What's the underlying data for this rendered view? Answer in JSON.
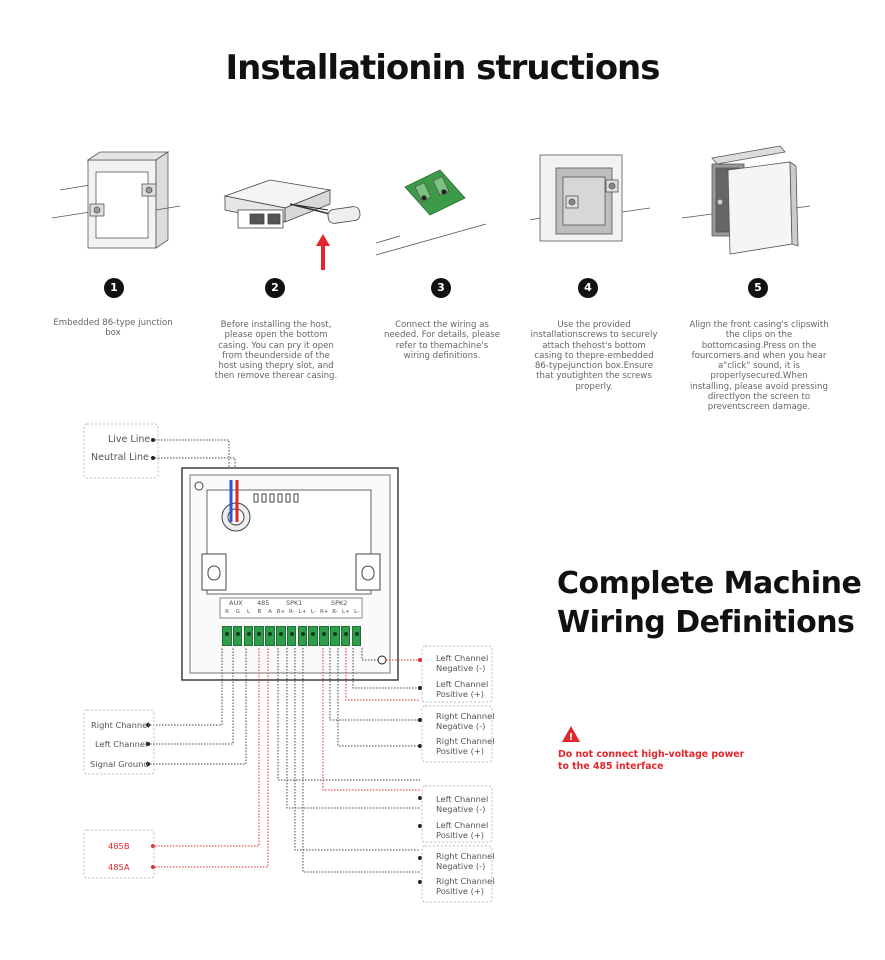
{
  "title": "Installationin structions",
  "steps": [
    {
      "num": "1",
      "text": "Embedded 86-type junction box"
    },
    {
      "num": "2",
      "text": "Before installing the host, please open the bottom casing. You can pry it open from theunderside of the host using thepry slot, and then remove therear casing."
    },
    {
      "num": "3",
      "text": "Connect the wiring as needed. For details, please refer to themachine's wiring definitions."
    },
    {
      "num": "4",
      "text": "Use the provided installationscrews to securely attach thehost's bottom casing to thepre-embedded 86-typejunction box.Ensure that youtighten the screws properly."
    },
    {
      "num": "5",
      "text": "Align the front casing's clipswith the clips on the bottomcasing.Press on the fourcorners.and when you hear a\"click\" sound, it is properlysecured.When installing, please avoid pressing directlyon the screen to preventscreen damage."
    }
  ],
  "wiring": {
    "title": "Complete Machine Wiring Definitions",
    "warning": "Do not connect high-voltage power to the 485 interface",
    "power_labels": {
      "live": "Live Line",
      "neutral": "Neutral Line"
    },
    "left_labels": {
      "right_channel": "Right Channel",
      "left_channel": "Left Channel",
      "signal_ground": "Signal Ground"
    },
    "rs485_labels": {
      "b": "485B",
      "a": "485A"
    },
    "terminal_groups": {
      "aux": "AUX",
      "rs485": "485",
      "spk1": "SPK1",
      "spk2": "SPK2"
    },
    "terminal_pins": [
      "R",
      "G",
      "L",
      "B",
      "A",
      "R+",
      "R-",
      "L+",
      "L-",
      "R+",
      "R-",
      "L+",
      "L-"
    ],
    "right_labels": [
      [
        "Left Channel",
        "Negative (-)"
      ],
      [
        "Left Channel",
        "Positive (+)"
      ],
      [
        "Right Channel",
        "Negative (-)"
      ],
      [
        "Right Channel",
        "Positive (+)"
      ],
      [
        "Left Channel",
        "Negative (-)"
      ],
      [
        "Left Channel",
        "Positive (+)"
      ],
      [
        "Right Channel",
        "Negative (-)"
      ],
      [
        "Right Channel",
        "Positive (+)"
      ]
    ],
    "colors": {
      "accent_red": "#e3262b",
      "terminal_green": "#2f9e4a",
      "line_dark": "#333333"
    }
  }
}
